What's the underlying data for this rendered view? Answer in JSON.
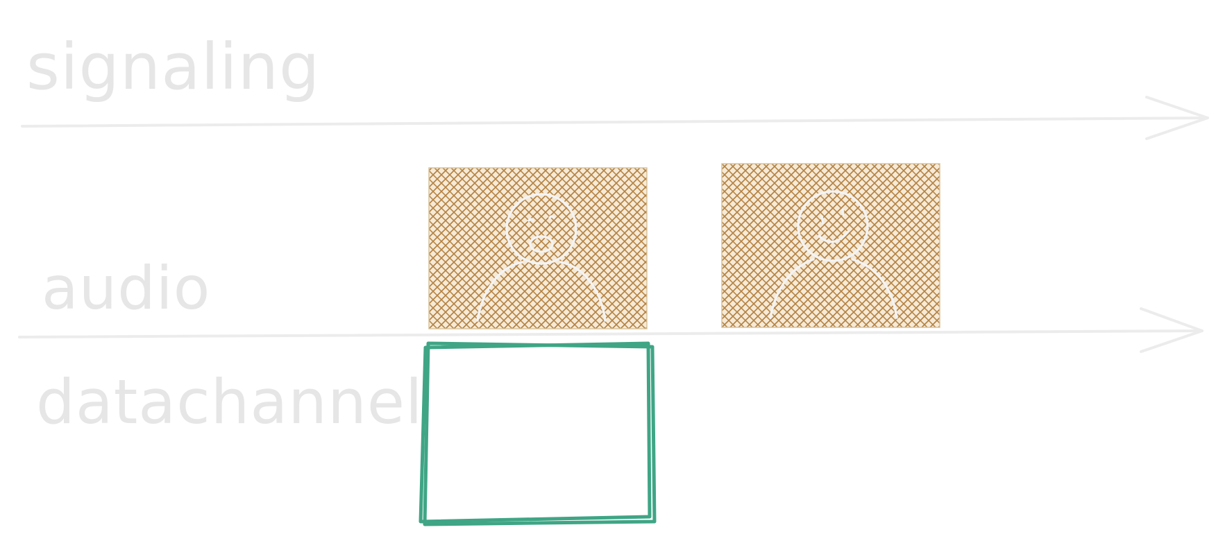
{
  "lanes": [
    {
      "label": "signaling"
    },
    {
      "label": "audio"
    },
    {
      "label": "datachannel"
    }
  ],
  "colors": {
    "track": "#ececec",
    "label": "#e6e6e6",
    "tile_hatch": "#b07a3a",
    "tile_fill": "#f6ead6",
    "person": "#f3f3f3",
    "box_outline": "#3fa585"
  },
  "icons": [
    "person-icon",
    "person-icon"
  ]
}
